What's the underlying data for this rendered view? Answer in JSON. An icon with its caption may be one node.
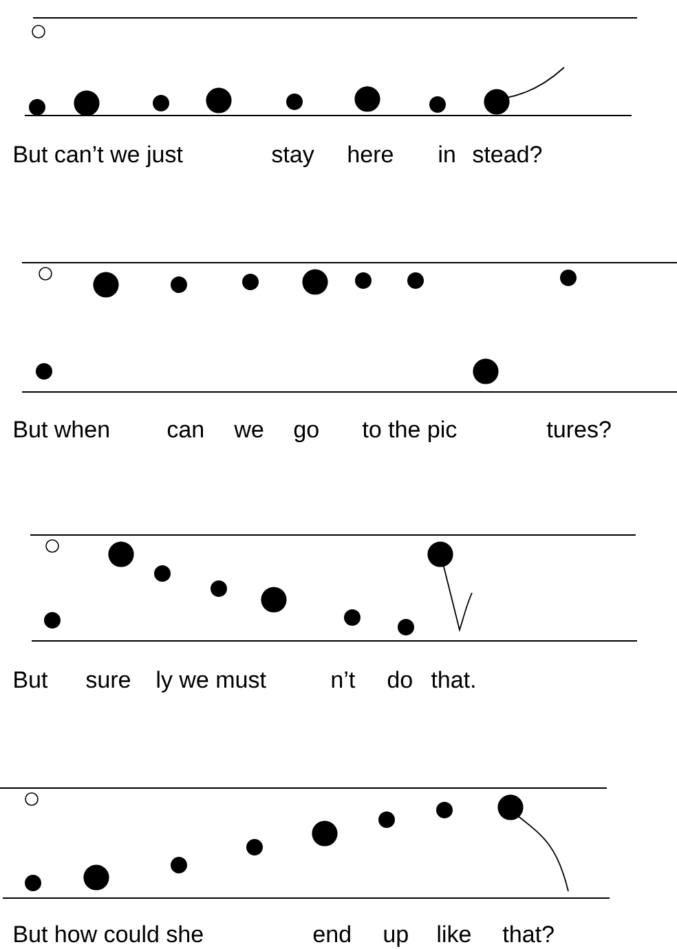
{
  "diagram": {
    "labels": [
      "But can’t we just",
      "stay",
      "here",
      "in",
      "stead?",
      "But when",
      "can",
      "we",
      "go",
      "to the pic",
      "tures?",
      "But",
      "sure",
      "ly we must",
      "n’t",
      "do",
      "that.",
      "But how could she",
      "end",
      "up",
      "like",
      "that?"
    ]
  }
}
